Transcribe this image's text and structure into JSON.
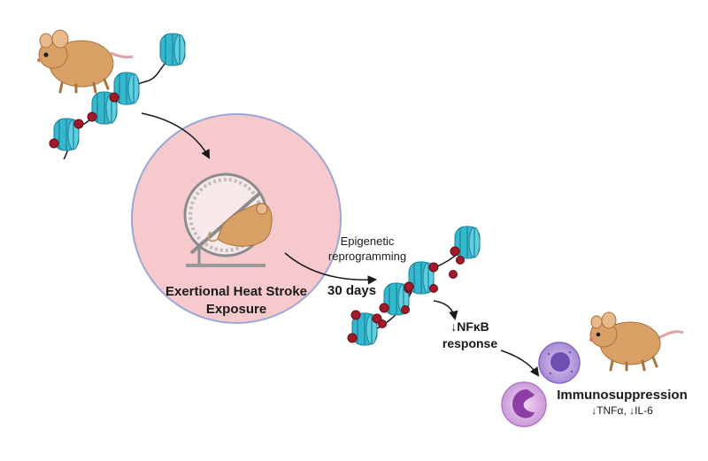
{
  "exposure": {
    "line1": "Exertional Heat Stroke",
    "line2": "Exposure"
  },
  "epigenetic": {
    "line1": "Epigenetic",
    "line2": "reprogramming"
  },
  "duration": "30 days",
  "nfkb": {
    "line1": "↓NFκB",
    "line2": "response"
  },
  "outcome": {
    "title": "Immunosuppression",
    "cytokines": "↓TNFα, ↓IL-6"
  },
  "colors": {
    "chamber_fill": "#f6c9cd",
    "chamber_border": "#9aa6d6",
    "nucleosome": "#33b8cf",
    "mark": "#a3192a",
    "mouse": "#d9a066",
    "monocyte": "#8b6bc4",
    "neutrophil": "#c690d6"
  }
}
